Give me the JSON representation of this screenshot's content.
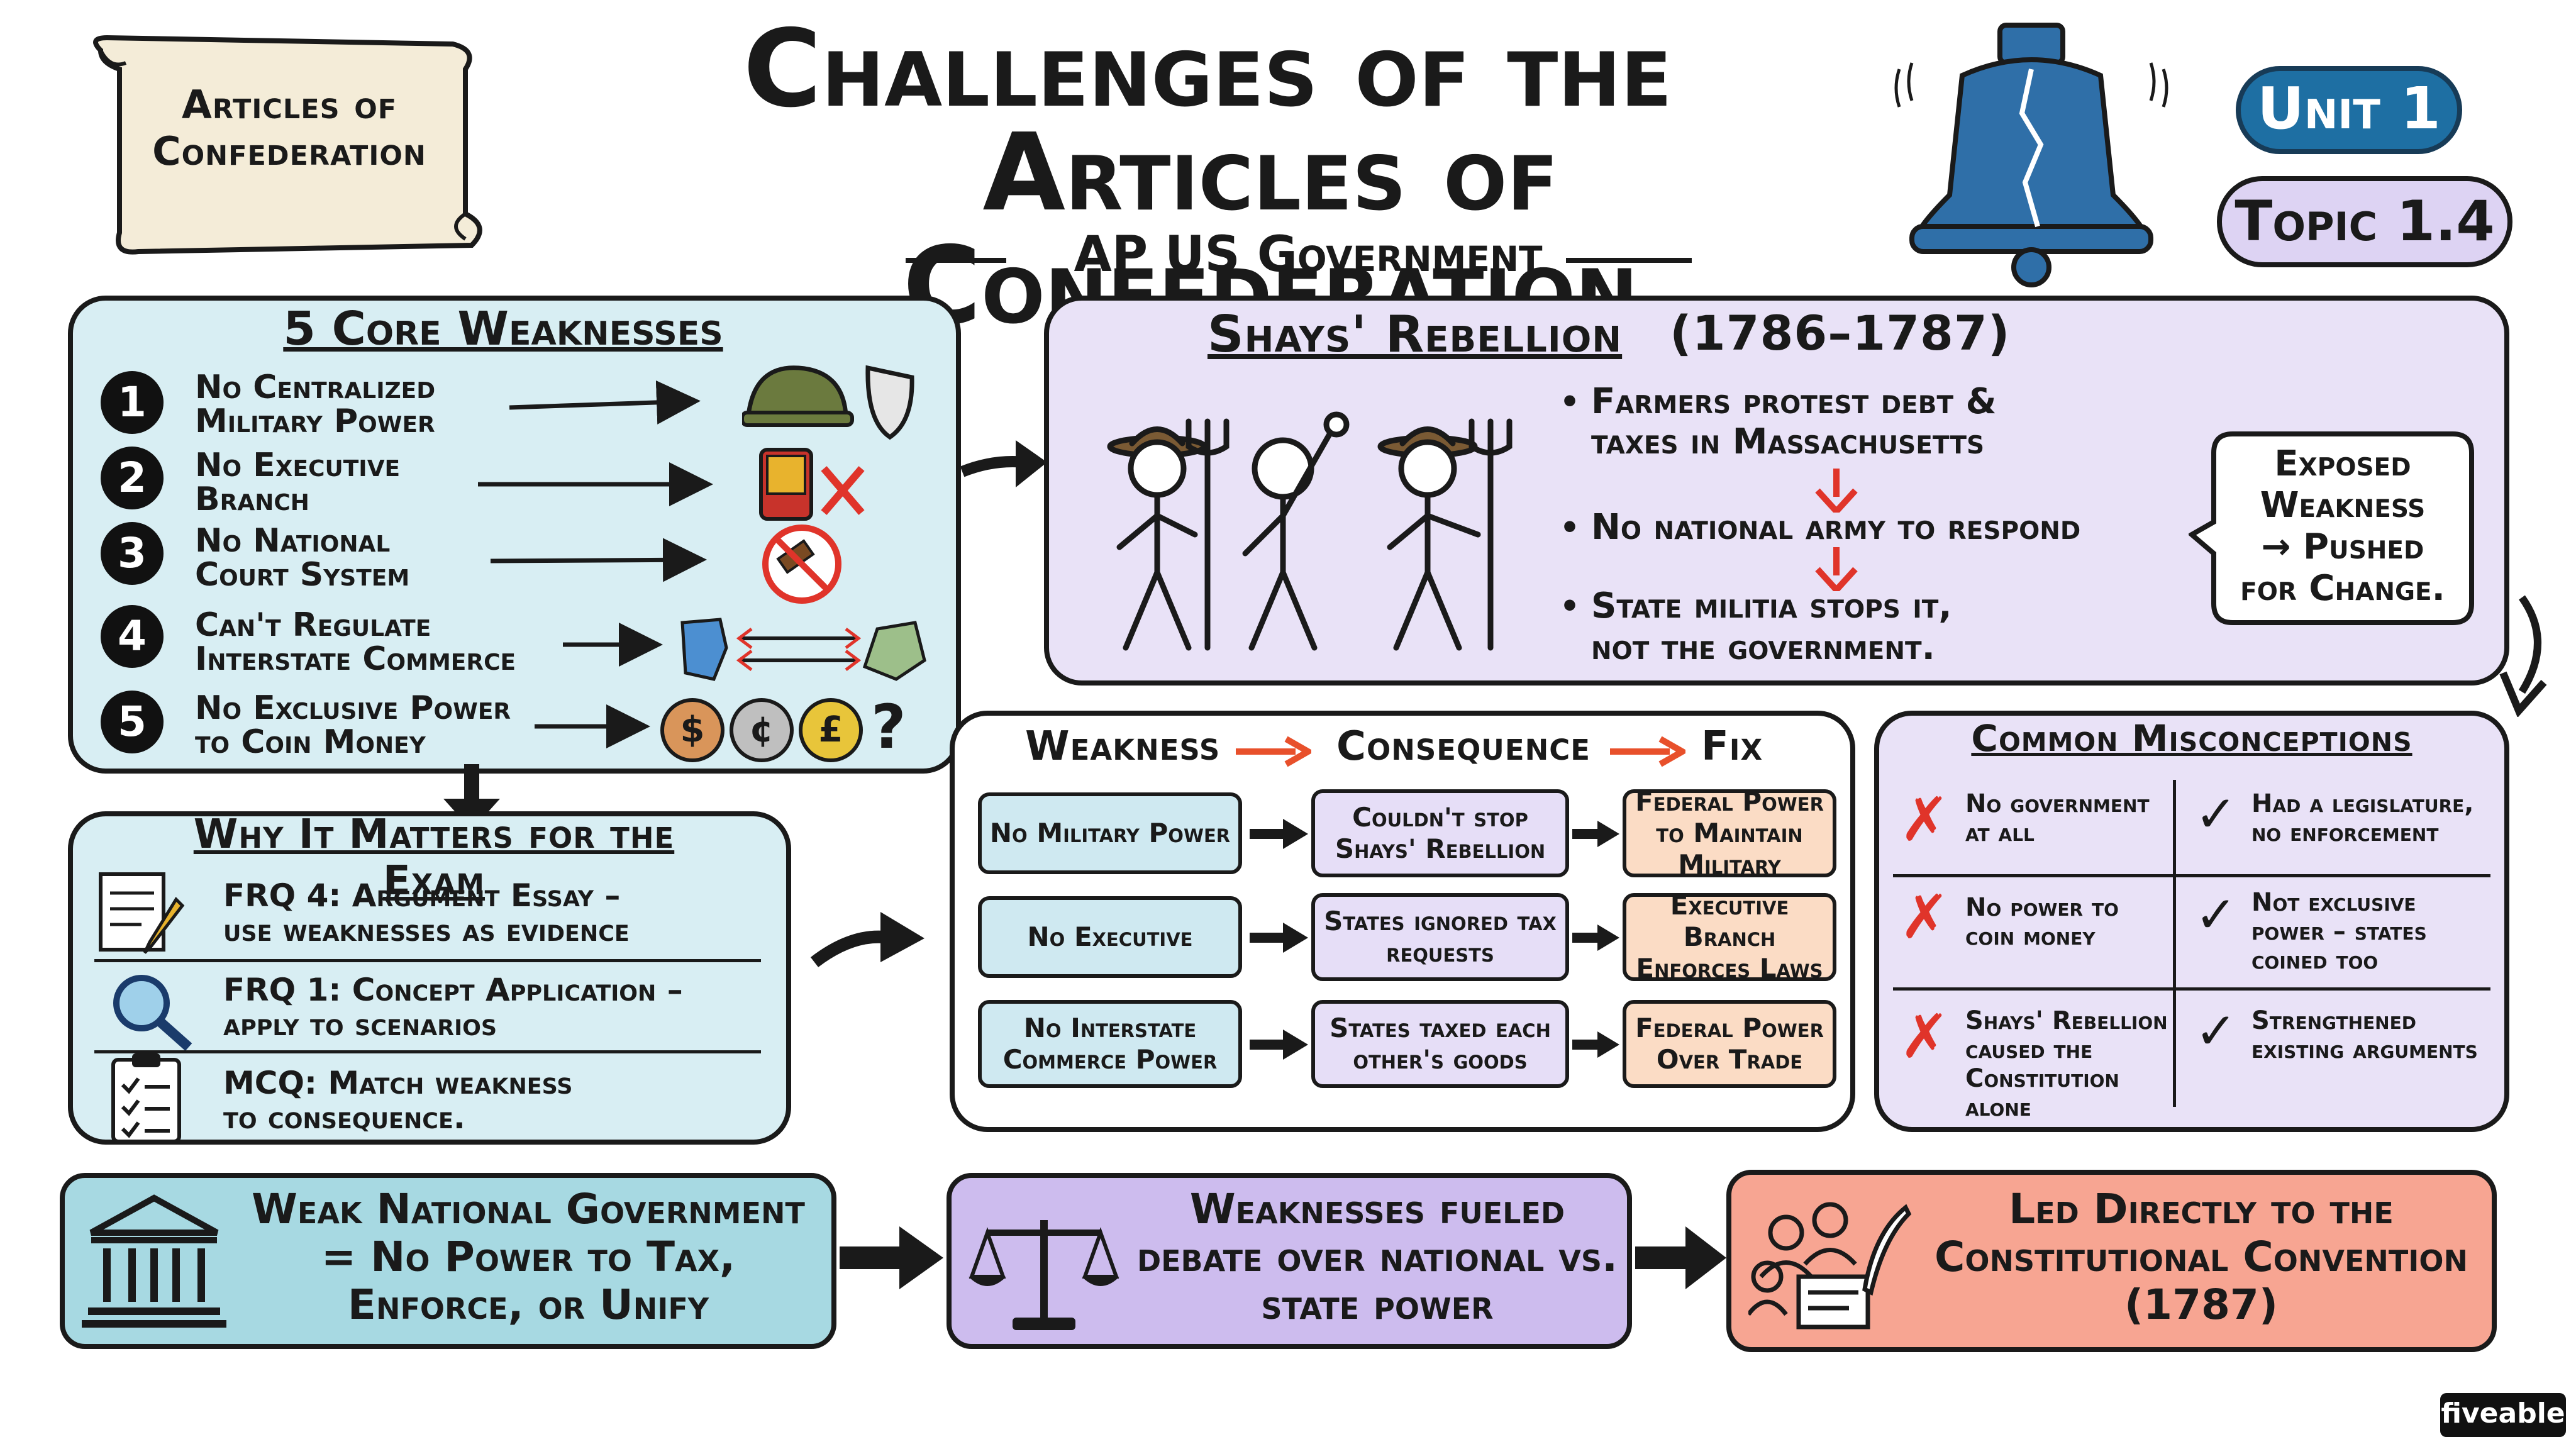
{
  "header": {
    "scroll_label": "Articles of Confederation",
    "title_line1": "Challenges of the",
    "title_line2": "Articles of Confederation",
    "subtitle": "AP US Government",
    "unit": "Unit 1",
    "topic": "Topic 1.4"
  },
  "weaknesses": {
    "heading": "5 Core Weaknesses",
    "items": [
      {
        "num": "1",
        "line1": "No Centralized",
        "line2": "Military Power"
      },
      {
        "num": "2",
        "line1": "No Executive",
        "line2": "Branch"
      },
      {
        "num": "3",
        "line1": "No National",
        "line2": "Court System"
      },
      {
        "num": "4",
        "line1": "Can't Regulate",
        "line2": "Interstate Commerce"
      },
      {
        "num": "5",
        "line1": "No Exclusive Power",
        "line2": "to Coin Money"
      }
    ],
    "coins": [
      "$",
      "¢",
      "£"
    ],
    "question": "?"
  },
  "shays": {
    "heading": "Shays' Rebellion",
    "years": "(1786–1787)",
    "bullets": [
      {
        "line1": "Farmers protest debt &",
        "line2": "taxes in Massachusetts"
      },
      {
        "line1": "No national army to respond",
        "line2": ""
      },
      {
        "line1": "State militia stops it,",
        "line2": "not the government."
      }
    ],
    "bubble": [
      "Exposed",
      "Weakness",
      "→ Pushed",
      "for Change."
    ]
  },
  "exam": {
    "heading": "Why It Matters for the Exam",
    "items": [
      {
        "line1": "FRQ 4: Argument Essay –",
        "line2": "use weaknesses as evidence"
      },
      {
        "line1": "FRQ 1: Concept Application –",
        "line2": "apply to scenarios"
      },
      {
        "line1": "MCQ: Match weakness",
        "line2": "to consequence."
      }
    ]
  },
  "table": {
    "headers": [
      "Weakness",
      "Consequence",
      "Fix"
    ],
    "rows": [
      [
        "No Military Power",
        "Couldn't stop Shays' Rebellion",
        "Federal Power to Maintain Military"
      ],
      [
        "No Executive",
        "States ignored tax requests",
        "Executive Branch Enforces Laws"
      ],
      [
        "No Interstate Commerce Power",
        "States taxed each other's goods",
        "Federal Power Over Trade"
      ]
    ]
  },
  "misconceptions": {
    "heading": "Common Misconceptions",
    "rows": [
      {
        "wrong": "No government at all",
        "right": "Had a legislature, no enforcement"
      },
      {
        "wrong": "No power to coin money",
        "right": "Not exclusive power – states coined too"
      },
      {
        "wrong": "Shays' Rebellion caused the Constitution alone",
        "right": "Strengthened existing arguments"
      }
    ]
  },
  "bottom": {
    "box1": "Weak National Government = No Power to Tax, Enforce, or Unify",
    "box2": "Weaknesses fueled debate over national vs. state power",
    "box3": "Led Directly to the Constitutional Convention (1787)"
  },
  "brand": "fiveable",
  "colors": {
    "blue_panel": "#d8eef3",
    "lavender_panel": "#e9e2f7",
    "teal_box": "#a7d9e2",
    "purple_box": "#cdbcee",
    "salmon_box": "#f7a592",
    "unit_blue": "#1e6fa3",
    "red_x": "#e0342a",
    "bell_blue": "#2f6fa8"
  }
}
